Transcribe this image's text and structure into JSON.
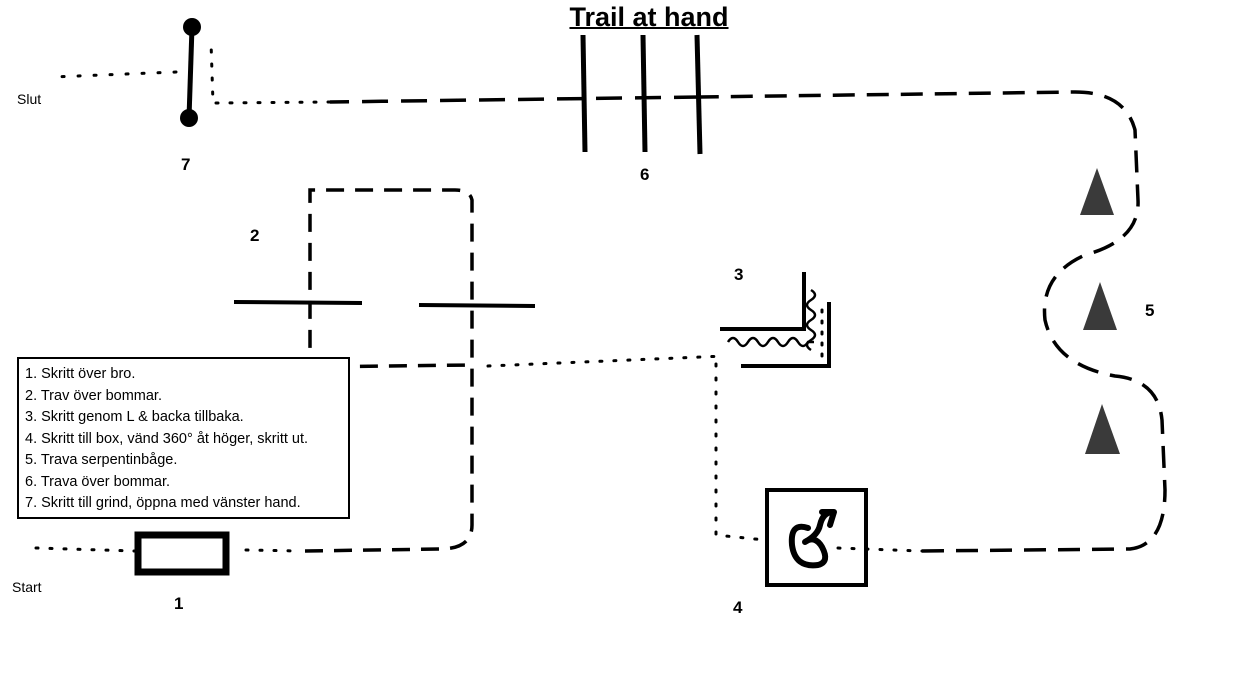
{
  "title": "Trail at hand",
  "start_label": "Start",
  "end_label": "Slut",
  "station_numbers": {
    "s1": "1",
    "s2": "2",
    "s3": "3",
    "s4": "4",
    "s5": "5",
    "s6": "6",
    "s7": "7"
  },
  "legend": [
    "1. Skritt över bro.",
    "2. Trav över bommar.",
    "3. Skritt genom L & backa tillbaka.",
    "4. Skritt till box, vänd 360° åt höger, skritt ut.",
    "5. Trava serpentinbåge.",
    "6. Trava över bommar.",
    "7. Skritt till grind, öppna med vänster hand."
  ],
  "colors": {
    "ink": "#000000",
    "cone": "#3a3a3a",
    "background": "#ffffff"
  }
}
